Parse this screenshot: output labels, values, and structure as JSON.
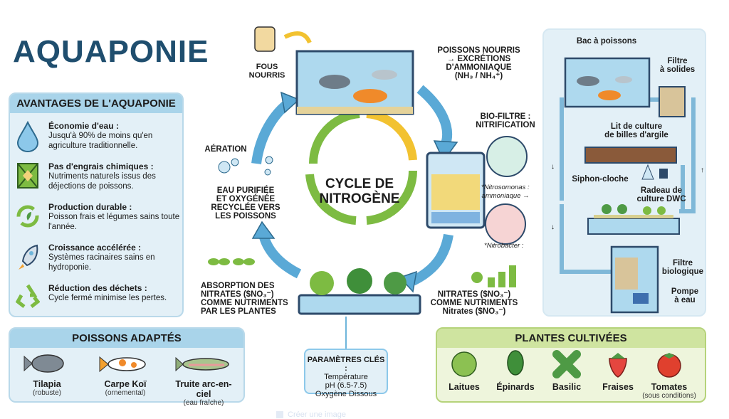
{
  "title": "AQUAPONIE",
  "advantages": {
    "header": "AVANTAGES DE L'AQUAPONIE",
    "items": [
      {
        "icon": "water-drop-icon",
        "title": "Économie d'eau :",
        "desc": "Jusqu'à 90% de moins qu'en agriculture traditionnelle."
      },
      {
        "icon": "fertilizer-bag-crossed-icon",
        "title": "Pas d'engrais chimiques :",
        "desc": "Nutriments naturels issus des déjections de poissons."
      },
      {
        "icon": "sustainable-cycle-icon",
        "title": "Production durable :",
        "desc": "Poisson frais et légumes sains toute l'année."
      },
      {
        "icon": "rocket-icon",
        "title": "Croissance accélérée :",
        "desc": "Systèmes racinaires sains en hydroponie."
      },
      {
        "icon": "recycle-icon",
        "title": "Réduction des déchets :",
        "desc": "Cycle fermé minimise les pertes."
      }
    ]
  },
  "fish": {
    "header": "POISSONS ADAPTÉS",
    "items": [
      {
        "name": "Tilapia",
        "note": "(robuste)",
        "color": "#7f8a94"
      },
      {
        "name": "Carpe Koï",
        "note": "(ornemental)",
        "color": "#f08a2a"
      },
      {
        "name": "Truite arc-en-ciel",
        "note": "(eau fraîche)",
        "color": "#8fae7a"
      }
    ]
  },
  "cycle": {
    "center": [
      "CYCLE DE",
      "NITROGÈNE"
    ],
    "feed": "FOUS NOURRIS",
    "fed_fish": [
      "POISSONS NOURRIS",
      "→ EXCRÉTIONS",
      "D'AMMONIAQUE",
      "(NH₃ / NH₄⁺)"
    ],
    "biofilter": [
      "BIO-FILTRE :",
      "NITRIFICATION"
    ],
    "nitrosomonas": [
      "*Nitrosomonas :",
      "ammoniaque →"
    ],
    "nitrobacter": "*Nitrobacter :",
    "nitrates": [
      "NITRATES ($NO₃⁻)",
      "COMME NUTRIMENTS",
      "Nitrates ($NO₃⁻)"
    ],
    "absorption": [
      "ABSORPTION DES",
      "NITRATES ($NO₃⁻)",
      "COMME NUTRIMENTS",
      "PAR LES PLANTES"
    ],
    "aeration": "AÉRATION",
    "return": [
      "EAU PURIFIÉE",
      "ET OXYGÉNÉE",
      "RECYCLÉE VERS",
      "LES POISSONS"
    ]
  },
  "params": {
    "title": "PARAMÈTRES CLÉS :",
    "lines": [
      "Température",
      "pH (6.5-7.5)",
      "Oxygène Dissous"
    ]
  },
  "plants": {
    "header": "PLANTES CULTIVÉES",
    "items": [
      {
        "name": "Laitues",
        "note": "",
        "color": "#8cc152"
      },
      {
        "name": "Épinards",
        "note": "",
        "color": "#3f8f3a"
      },
      {
        "name": "Basilic",
        "note": "",
        "color": "#4e9a45"
      },
      {
        "name": "Fraises",
        "note": "",
        "color": "#e5463f"
      },
      {
        "name": "Tomates",
        "note": "(sous conditions)",
        "color": "#e0402e"
      }
    ]
  },
  "system": {
    "fish_tank": "Bac à poissons",
    "solids_filter": [
      "Filtre",
      "à solides"
    ],
    "grow_bed": [
      "Lit de culture",
      "de billes d'argile"
    ],
    "bell_siphon": "Siphon-cloche",
    "dwc": [
      "Radeau de",
      "culture DWC"
    ],
    "bio_filter": [
      "Filtre",
      "biologique"
    ],
    "pump": [
      "Pompe",
      "à eau"
    ]
  },
  "footer": {
    "create_image": "Créer une image"
  },
  "colors": {
    "title": "#1f4e6e",
    "water": "#6fb6db",
    "arrow_blue": "#5aa9d6",
    "green": "#7dbb42",
    "yellow": "#f2c230"
  }
}
